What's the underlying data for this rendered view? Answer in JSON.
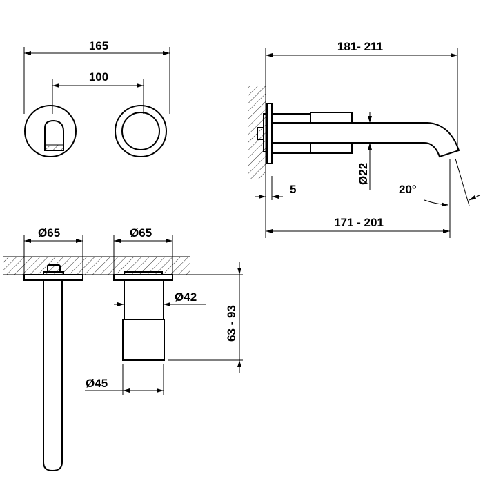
{
  "front_view": {
    "width_label": "165",
    "spacing_label": "100"
  },
  "side_view": {
    "projection_label": "181- 211",
    "projection_min_label": "171 - 201",
    "spout_diameter_label": "22",
    "flange_thickness_label": "5",
    "angle_label": "20°"
  },
  "top_view": {
    "spout_flange_label": "65",
    "handle_flange_label": "65",
    "handle_diameter_label": "42",
    "knob_diameter_label": "45",
    "depth_label": "63 - 93"
  },
  "diameter_symbol": "Ø"
}
